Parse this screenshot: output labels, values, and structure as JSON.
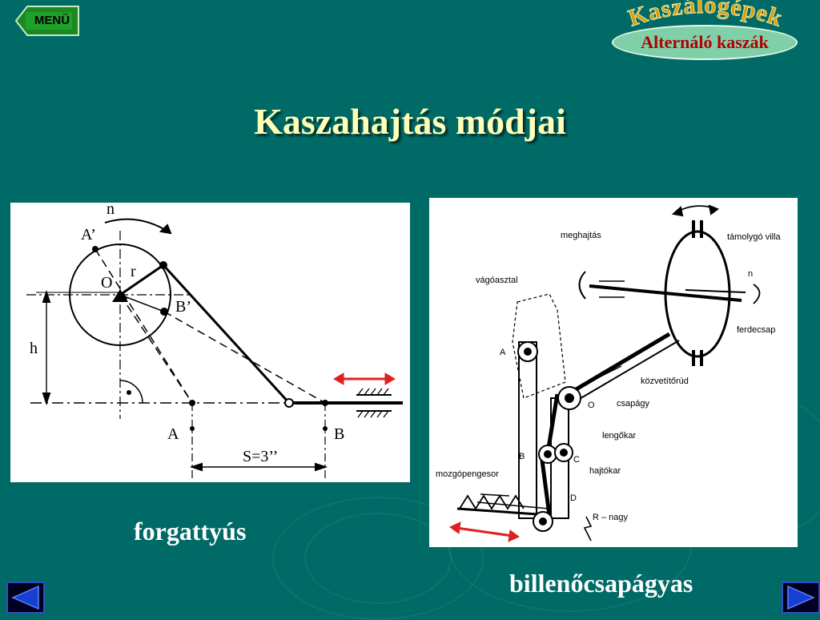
{
  "header": {
    "menu_label": "MENÜ",
    "brand_title": "Kaszálógépek",
    "brand_subtitle": "Alternáló kaszák"
  },
  "slide": {
    "title": "Kaszahajtás módjai"
  },
  "left_figure": {
    "labels": {
      "n": "n",
      "a_prime": "A’",
      "o": "O",
      "r": "r",
      "b_prime": "B’",
      "h": "h",
      "a": "A",
      "b": "B",
      "stroke": "S=3’’"
    },
    "caption": "forgattyús"
  },
  "right_figure": {
    "labels": {
      "meghajtas": "meghajtás",
      "vagoasztal": "vágóasztal",
      "tamolygo_villa": "támolygó villa",
      "n": "n",
      "ferdecsap": "ferdecsap",
      "kozvetitorud": "közvetítőrúd",
      "a": "A",
      "o": "O",
      "csapagy": "csapágy",
      "lengokar": "lengőkar",
      "b": "B",
      "c": "C",
      "hajtokar": "hajtókar",
      "mozgopengesor": "mozgópengesor",
      "d": "D",
      "r_nagy": "R – nagy"
    },
    "caption": "billenőcsapágyas"
  },
  "colors": {
    "background": "#006a66",
    "title": "#ffffb8",
    "brand_red": "#b00000",
    "arrow_red": "#e02020"
  },
  "icons": {
    "menu": "back-arrow-icon",
    "prev": "prev-triangle-icon",
    "next": "next-triangle-icon"
  }
}
